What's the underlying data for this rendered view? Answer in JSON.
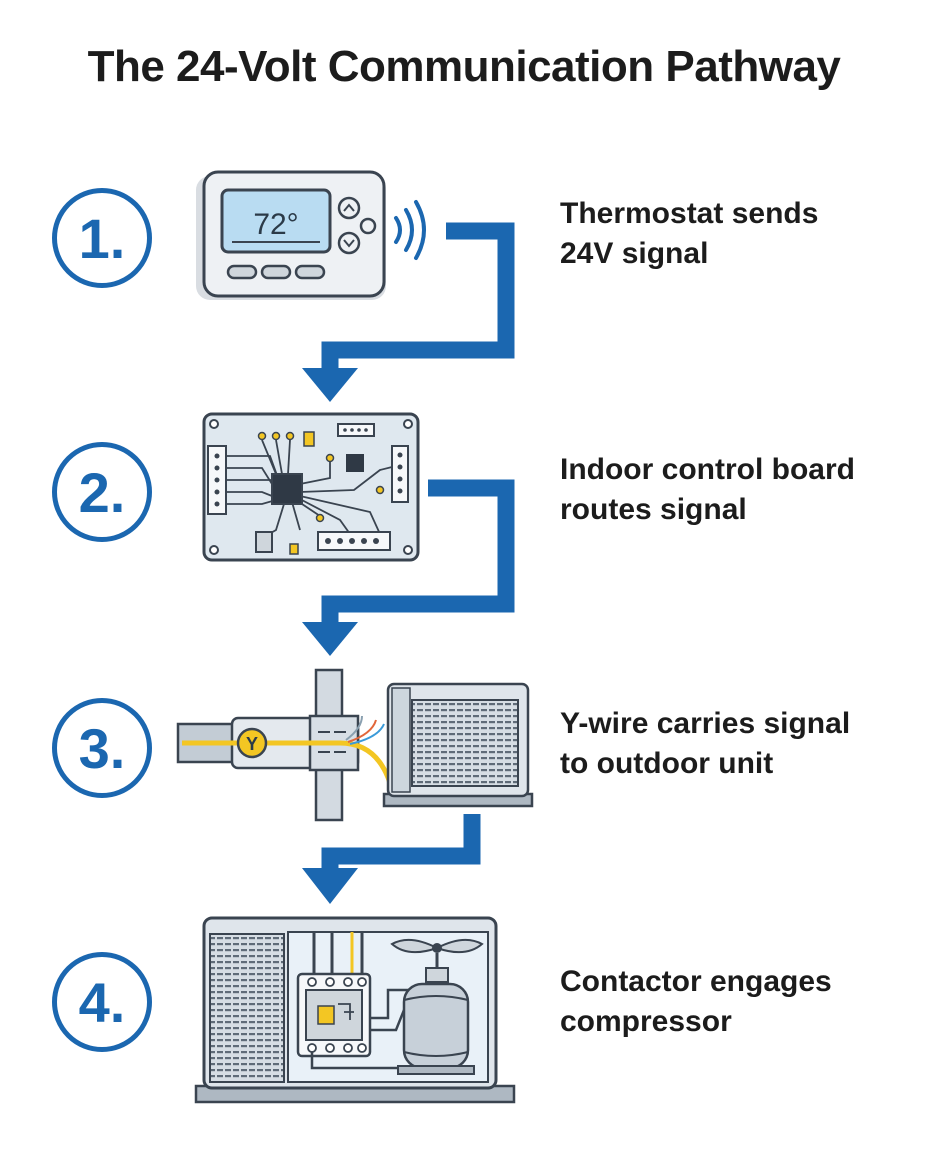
{
  "title": "The 24-Volt Communication Pathway",
  "colors": {
    "accent": "#1b67b0",
    "yellow": "#f3c623",
    "panel": "#cfdbe6",
    "outline": "#3a4450"
  },
  "steps": [
    {
      "number": "1.",
      "line1": "Thermostat sends",
      "line2": "24V signal",
      "icon": "thermostat-icon"
    },
    {
      "number": "2.",
      "line1": "Indoor control board",
      "line2": "routes signal",
      "icon": "control-board-icon"
    },
    {
      "number": "3.",
      "line1": "Y-wire carries signal",
      "line2": "to outdoor unit",
      "icon": "y-wire-icon"
    },
    {
      "number": "4.",
      "line1": "Contactor engages",
      "line2": "compressor",
      "icon": "condenser-contactor-icon"
    }
  ],
  "thermostat": {
    "display": "72°"
  },
  "ywire": {
    "label": "Y"
  }
}
